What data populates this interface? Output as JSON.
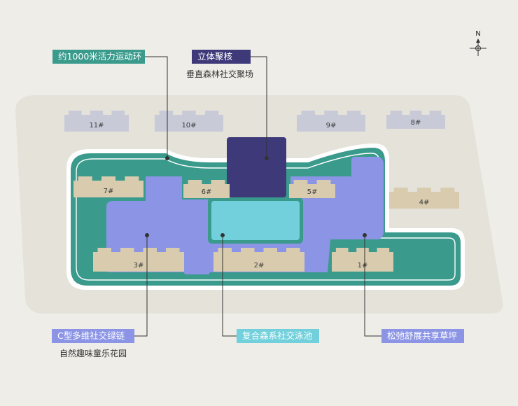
{
  "colors": {
    "background": "#efede7",
    "site_ground": "#e5e2da",
    "ring_track": "#3a9b8c",
    "lawn": "#8b94e5",
    "pool": "#71d0db",
    "tower": "#3e3a7a",
    "building_grey": "#c9cad8",
    "building_tan": "#d8cbae"
  },
  "compass": {
    "label": "N"
  },
  "callouts": {
    "running_ring": {
      "label": "约1000米活力运动环",
      "color": "#3a9b8c"
    },
    "core": {
      "label": "立体聚核",
      "color": "#3e3a7a",
      "subtitle": "垂直森林社交聚场"
    },
    "green_chain": {
      "label": "C型多维社交绿链",
      "color": "#8b94e5",
      "subtitle": "自然趣味童乐花园"
    },
    "pool": {
      "label": "复合森系社交泳池",
      "color": "#71d0db"
    },
    "lawn": {
      "label": "松弛舒展共享草坪",
      "color": "#8b94e5"
    }
  },
  "buildings": [
    {
      "label": "11#"
    },
    {
      "label": "10#"
    },
    {
      "label": "9#"
    },
    {
      "label": "8#"
    },
    {
      "label": "7#"
    },
    {
      "label": "6#"
    },
    {
      "label": "5#"
    },
    {
      "label": "4#"
    },
    {
      "label": "3#"
    },
    {
      "label": "2#"
    },
    {
      "label": "1#"
    }
  ]
}
